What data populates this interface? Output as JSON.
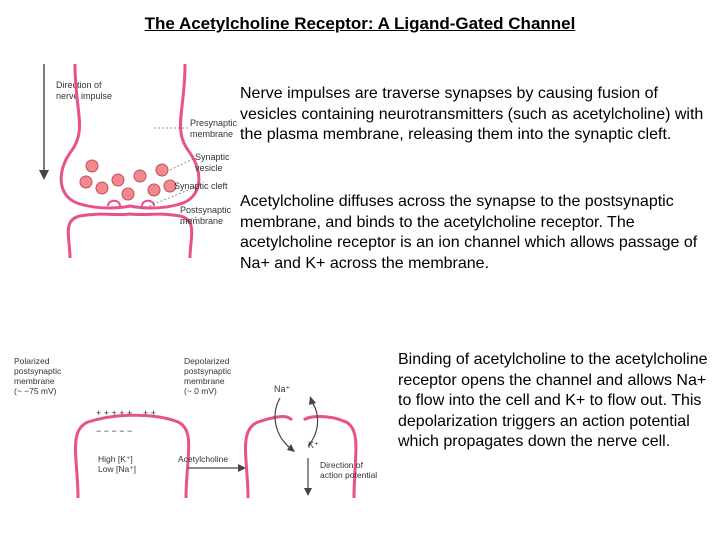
{
  "title": "The Acetylcholine Receptor: A Ligand-Gated Channel",
  "paragraphs": [
    "Nerve impulses are traverse synapses by causing fusion of vesicles containing neurotransmitters (such as acetylcholine) with the plasma membrane, releasing them into the synaptic cleft.",
    "Acetylcholine diffuses across the synapse to the postsynaptic membrane, and binds to the acetylcholine receptor. The acetylcholine receptor is an ion channel which allows passage of Na+ and K+ across the membrane.",
    "Binding of acetylcholine to the acetylcholine receptor opens the channel and allows Na+ to flow into the cell and K+ to flow out. This depolarization triggers an action potential which propagates down the nerve cell."
  ],
  "synapse_figure": {
    "direction_line1": "Direction of",
    "direction_line2": "nerve impulse",
    "presynaptic_line1": "Presynaptic",
    "presynaptic_line2": "membrane",
    "vesicle_line1": "Synaptic",
    "vesicle_line2": "vesicle",
    "cleft": "Synaptic cleft",
    "postsynaptic_line1": "Postsynaptic",
    "postsynaptic_line2": "membrane"
  },
  "channel_figure": {
    "polarized_lines": [
      "Polarized",
      "postsynaptic",
      "membrane",
      "(~ −75 mV)"
    ],
    "depolarized_lines": [
      "Depolarized",
      "postsynaptic",
      "membrane",
      "(~ 0 mV)"
    ],
    "high_k": "High [K⁺]",
    "low_na": "Low [Na⁺]",
    "acetylcholine": "Acetylcholine",
    "na_ion": "Na⁺",
    "k_ion": "K⁺",
    "action_line1": "Direction of",
    "action_line2": "action potential"
  },
  "colors": {
    "membrane": "#e8508e",
    "vesicle": "#f2888e",
    "text": "#000000"
  }
}
